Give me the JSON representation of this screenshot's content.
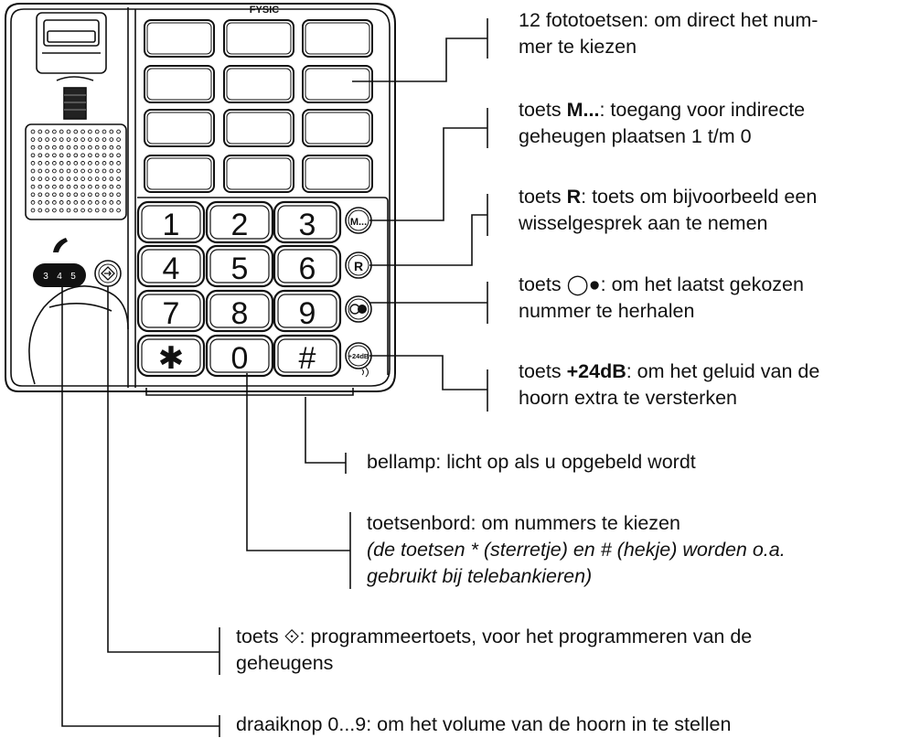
{
  "phone": {
    "brand": "FYSIC",
    "keypad": [
      "1",
      "2",
      "3",
      "4",
      "5",
      "6",
      "7",
      "8",
      "9",
      "✱",
      "0",
      "#"
    ],
    "side_keys": {
      "memory": "M...",
      "recall": "R",
      "redial_icon": "redial-circle-icon",
      "boost": "+24dB"
    },
    "volume_dial": [
      "3",
      "4",
      "5"
    ],
    "program_icon": "diamond-arrow-icon",
    "handset_icon": "handset-icon"
  },
  "callouts": [
    {
      "lines": [
        {
          "text": "12 fototoetsen: om direct het num-"
        },
        {
          "text": "mer te kiezen"
        }
      ]
    },
    {
      "lines": [
        {
          "pre": "toets ",
          "bold": "M...",
          "post": ": toegang voor indirecte"
        },
        {
          "text": "geheugen plaatsen 1 t/m 0"
        }
      ]
    },
    {
      "lines": [
        {
          "pre": "toets ",
          "bold": "R",
          "post": ": toets om bijvoorbeeld een"
        },
        {
          "text": "wisselgesprek aan te nemen"
        }
      ]
    },
    {
      "lines": [
        {
          "pre": "toets ",
          "symbol": "◯●",
          "post": ": om het laatst gekozen"
        },
        {
          "text": "nummer te herhalen"
        }
      ]
    },
    {
      "lines": [
        {
          "pre": "toets ",
          "bold": "+24dB",
          "post": ": om het geluid van de"
        },
        {
          "text": "hoorn extra te versterken"
        }
      ]
    },
    {
      "lines": [
        {
          "text": "bellamp: licht op als u opgebeld wordt"
        }
      ]
    },
    {
      "lines": [
        {
          "text": "toetsenbord: om nummers te kiezen"
        },
        {
          "text": "(de toetsen * (sterretje) en # (hekje) worden o.a.",
          "italic": true
        },
        {
          "text": "gebruikt bij telebankieren)",
          "italic": true
        }
      ]
    },
    {
      "lines": [
        {
          "text": "toets ⟐: programmeertoets, voor het programmeren van de"
        },
        {
          "text": "geheugens"
        }
      ]
    },
    {
      "lines": [
        {
          "text": "draaiknop 0...9: om het volume van de hoorn in te stellen"
        }
      ]
    }
  ]
}
